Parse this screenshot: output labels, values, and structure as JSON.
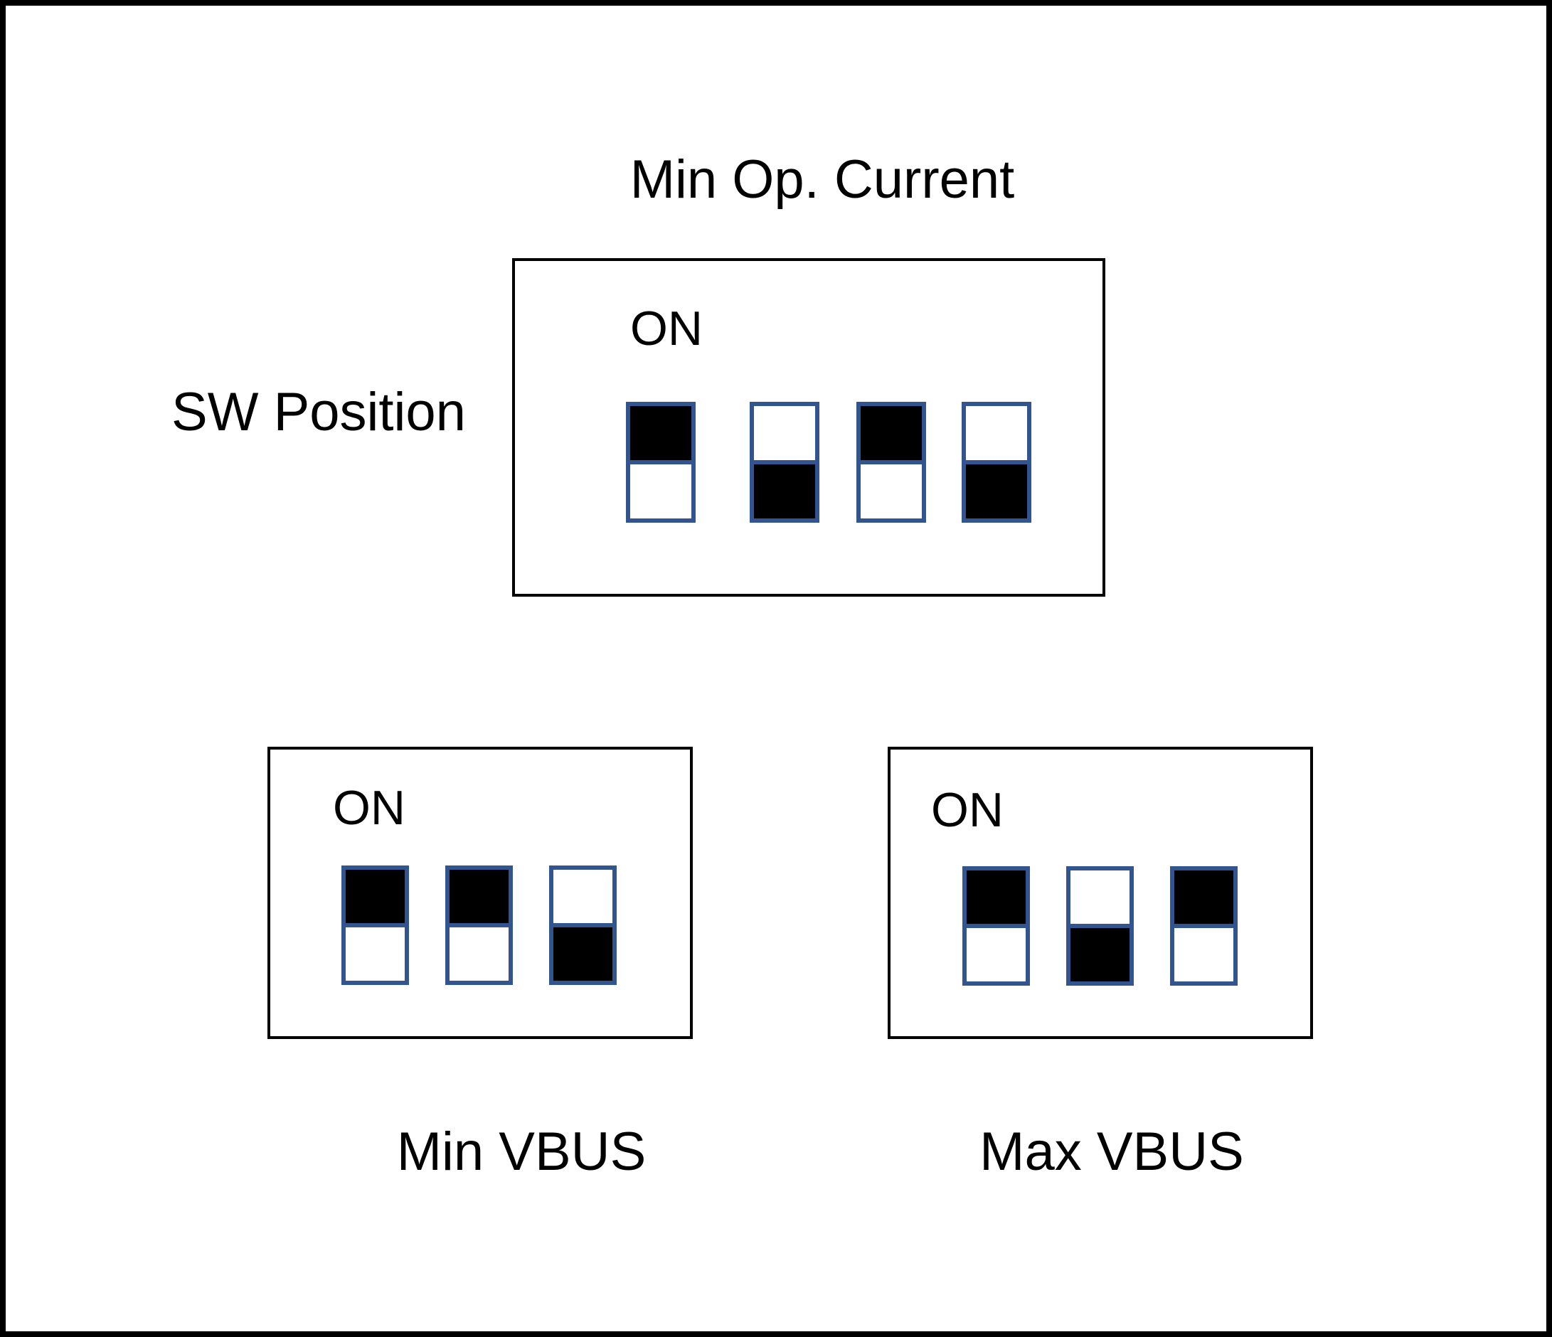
{
  "row_label": "SW Position",
  "banks": [
    {
      "label": "Min Op. Current",
      "on_label": "ON",
      "switches": [
        "up",
        "down",
        "up",
        "down"
      ]
    },
    {
      "label": "Min VBUS",
      "on_label": "ON",
      "switches": [
        "up",
        "up",
        "down"
      ]
    },
    {
      "label": "Max VBUS",
      "on_label": "ON",
      "switches": [
        "up",
        "down",
        "up"
      ]
    }
  ],
  "colors": {
    "switch_border": "#32558F",
    "switch_fill": "#000000",
    "box_border": "#000000",
    "background": "#FFFFFF"
  }
}
